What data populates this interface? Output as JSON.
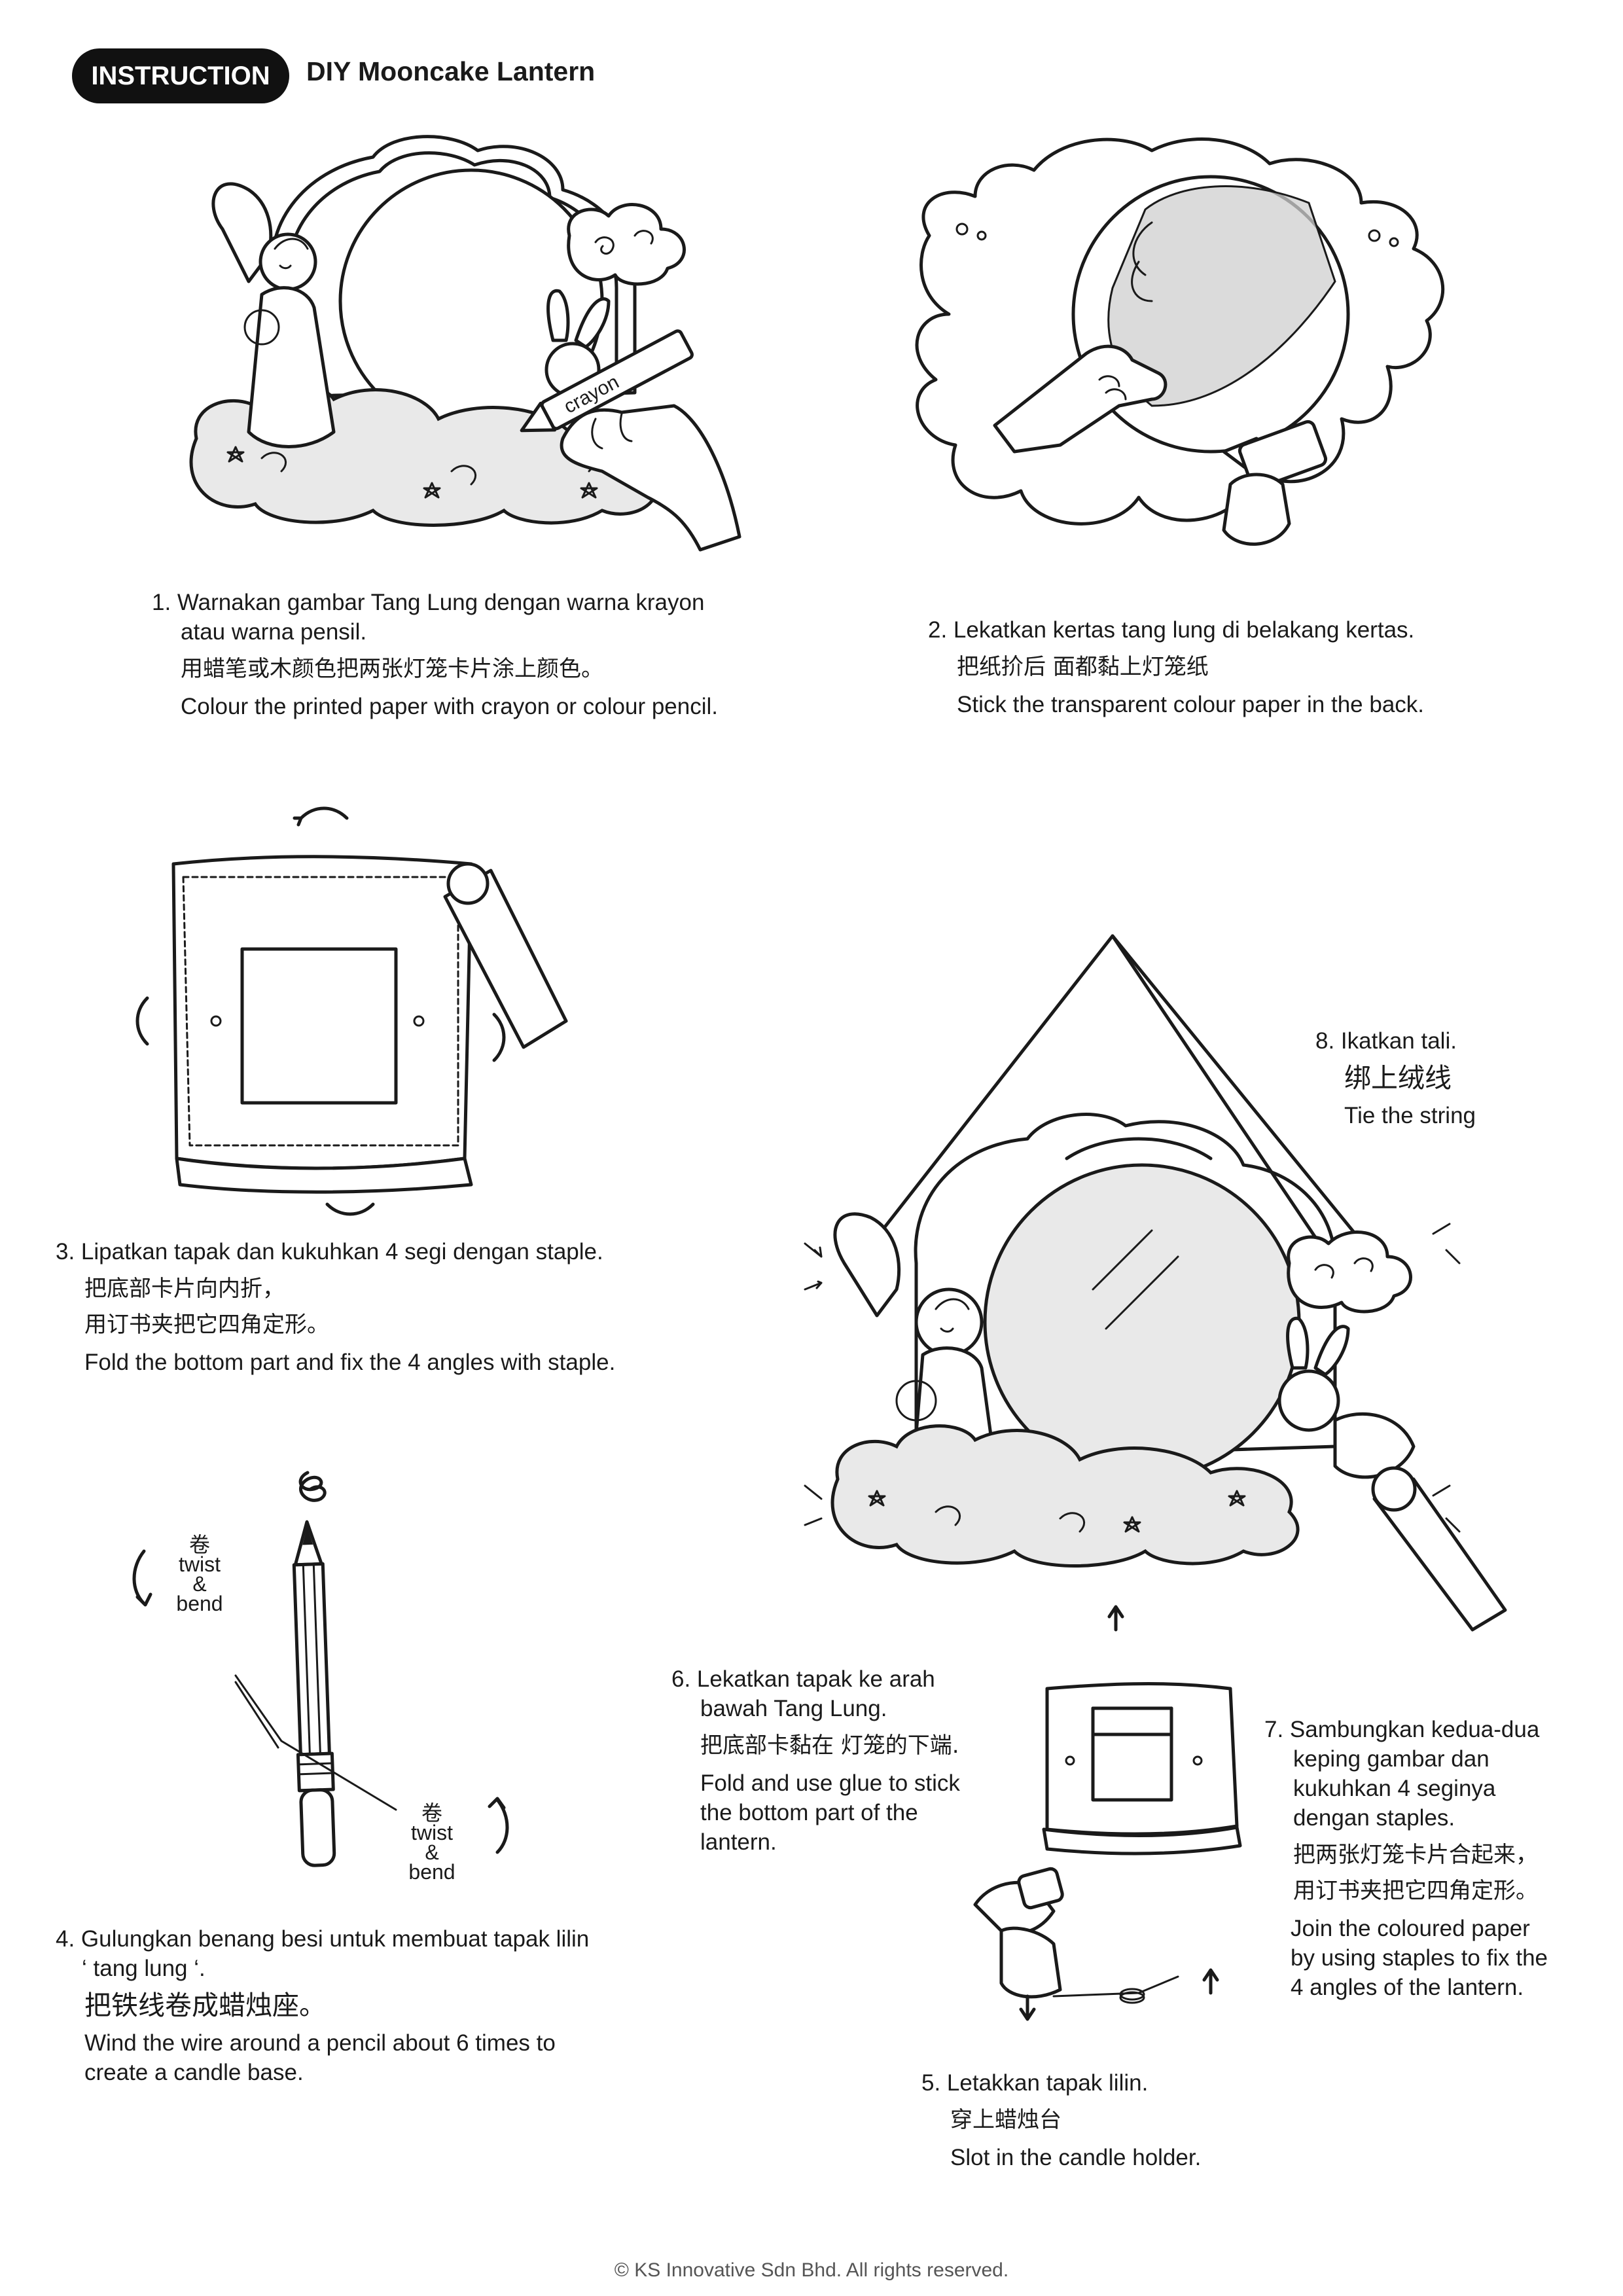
{
  "header": {
    "badge": "INSTRUCTION",
    "title": "DIY Mooncake Lantern"
  },
  "steps": {
    "s1": {
      "ms_a": "1. Warnakan gambar Tang Lung dengan warna krayon",
      "ms_b": "atau warna pensil.",
      "zh": "用蜡笔或木颜色把两张灯笼卡片涂上颜色。",
      "en": "Colour the printed paper with crayon or colour pencil.",
      "crayon_label": "crayon"
    },
    "s2": {
      "ms": "2. Lekatkan kertas tang lung di belakang kertas.",
      "zh": "把纸扴后 面都黏上灯笼纸",
      "en": "Stick the transparent colour paper in the back."
    },
    "s3": {
      "ms": "3. Lipatkan tapak dan kukuhkan 4 segi dengan staple.",
      "zh_a": "把底部卡片向内折，",
      "zh_b": "用订书夹把它四角定形。",
      "en": "Fold the bottom part and fix the 4 angles with staple."
    },
    "s4": {
      "ms_a": "4. Gulungkan benang besi untuk membuat tapak lilin",
      "ms_b": "‘ tang lung ‘.",
      "zh": "把铁线卷成蜡烛座。",
      "en_a": "Wind the wire around a pencil about 6 times to",
      "en_b": "create a candle base.",
      "label_zh": "卷",
      "label_twist": "twist",
      "label_amp": "&",
      "label_bend": "bend"
    },
    "s5": {
      "ms": "5. Letakkan tapak lilin.",
      "zh": "穿上蜡烛台",
      "en": "Slot in the candle holder."
    },
    "s6": {
      "ms_a": "6. Lekatkan tapak ke arah",
      "ms_b": "bawah Tang Lung.",
      "zh": "把底部卡黏在 灯笼的下端.",
      "en_a": "Fold and use glue to stick",
      "en_b": "the bottom part of the",
      "en_c": "lantern."
    },
    "s7": {
      "ms_a": "7. Sambungkan kedua-dua",
      "ms_b": "keping gambar dan",
      "ms_c": "kukuhkan 4 seginya",
      "ms_d": "dengan staples.",
      "zh_a": "把两张灯笼卡片合起来，",
      "zh_b": "用订书夹把它四角定形。",
      "en_a": "Join the coloured paper",
      "en_b": "by using staples to fix the",
      "en_c": "4 angles of the lantern."
    },
    "s8": {
      "ms": "8. Ikatkan tali.",
      "zh": "绑上绒线",
      "en": "Tie the string"
    }
  },
  "footer": "© KS Innovative Sdn Bhd.  All rights reserved."
}
